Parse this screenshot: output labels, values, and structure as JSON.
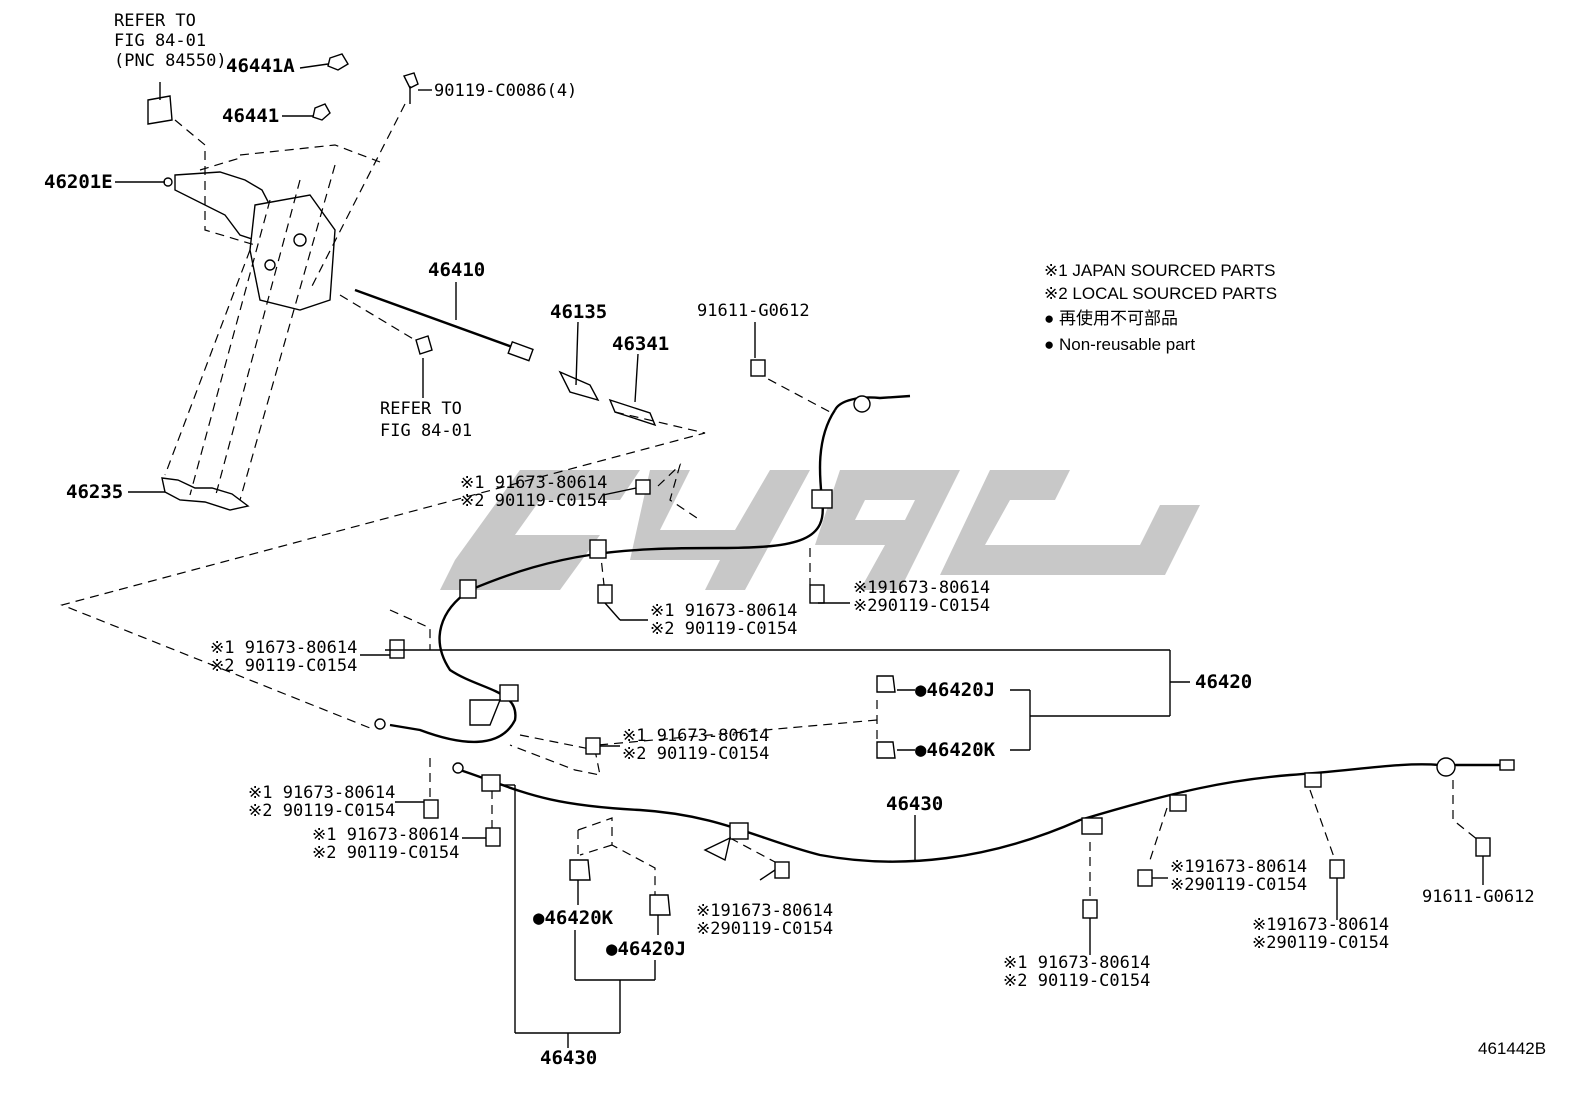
{
  "legend": {
    "item1": "※1 JAPAN SOURCED PARTS",
    "item2": "※2 LOCAL SOURCED PARTS",
    "item3": "● 再使用不可部品",
    "item4": "● Non-reusable part"
  },
  "labels": {
    "refer_fig_1": "REFER TO",
    "refer_fig_2": "FIG 84-01",
    "refer_fig_3": "(PNC 84550)",
    "p46441A": "46441A",
    "p46441": "46441",
    "p90119_C0086": "90119-C0086(4)",
    "p46201E": "46201E",
    "p46410": "46410",
    "p46135": "46135",
    "p46341": "46341",
    "p91611_G0612_top": "91611-G0612",
    "refer_b_1": "REFER TO",
    "refer_b_2": "FIG 84-01",
    "p46235": "46235",
    "p46420": "46420",
    "p46420J_right": "●46420J",
    "p46420K_right": "●46420K",
    "p46430_mid": "46430",
    "p46420K_bottom": "●46420K",
    "p46420J_bottom": "●46420J",
    "p46430_bottom": "46430",
    "p91611_G0612_right": "91611-G0612",
    "diagram_id": "461442B"
  },
  "bolt_callouts": [
    {
      "l1": "※1 91673-80614",
      "l2": "※2 90119-C0154"
    },
    {
      "l1": "※1 91673-80614",
      "l2": "※2 90119-C0154"
    },
    {
      "l1": "※191673-80614",
      "l2": "※290119-C0154"
    },
    {
      "l1": "※1 91673-80614",
      "l2": "※2 90119-C0154"
    },
    {
      "l1": "※1 91673-80614",
      "l2": "※2 90119-C0154"
    },
    {
      "l1": "※1 91673-80614",
      "l2": "※2 90119-C0154"
    },
    {
      "l1": "※1 91673-80614",
      "l2": "※2 90119-C0154"
    },
    {
      "l1": "※191673-80614",
      "l2": "※290119-C0154"
    },
    {
      "l1": "※191673-80614",
      "l2": "※290119-C0154"
    },
    {
      "l1": "※1 91673-80614",
      "l2": "※2 90119-C0154"
    },
    {
      "l1": "※191673-80614",
      "l2": "※290119-C0154"
    }
  ]
}
